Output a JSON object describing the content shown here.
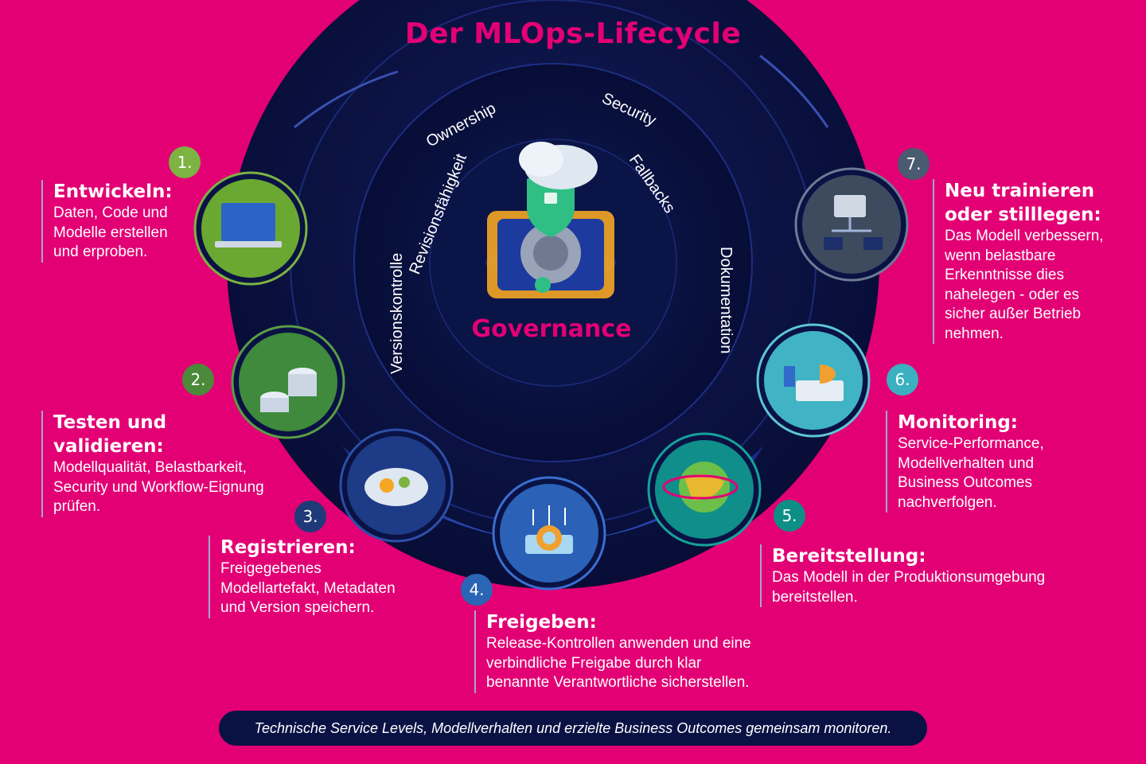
{
  "title": "Der MLOps-Lifecycle",
  "center": {
    "label": "Governance",
    "icon": "governance-shield-cloud-icon",
    "arc_terms": [
      "Versionskontrolle",
      "Revisionsfähigkeit",
      "Ownership",
      "Security",
      "Fallbacks",
      "Dokumentation"
    ]
  },
  "steps": [
    {
      "number": "1.",
      "heading": "Entwickeln:",
      "lines": [
        "Daten, Code und",
        "Modelle erstellen",
        "und erproben."
      ],
      "badge_color": "#7cb342",
      "icon": "laptop-development-icon",
      "icon_bg": "#6aa832"
    },
    {
      "number": "2.",
      "heading_lines": [
        "Testen und",
        "validieren:"
      ],
      "lines": [
        "Modellqualität, Belastbarkeit,",
        "Security und Workflow-Eignung",
        "prüfen."
      ],
      "badge_color": "#4b8a3a",
      "icon": "database-test-icon",
      "icon_bg": "#3f8a3c"
    },
    {
      "number": "3.",
      "heading": "Registrieren:",
      "lines": [
        "Freigegebenes",
        "Modellartefakt, Metadaten",
        "und Version speichern."
      ],
      "badge_color": "#1f3a78",
      "icon": "cloud-gears-icon",
      "icon_bg": "#1d3b86"
    },
    {
      "number": "4.",
      "heading": "Freigeben:",
      "lines": [
        "Release-Kontrollen anwenden und eine",
        "verbindliche Freigabe durch klar",
        "benannte Verantwortliche sicherstellen."
      ],
      "badge_color": "#2a66b5",
      "icon": "release-chart-icon",
      "icon_bg": "#2b62b8"
    },
    {
      "number": "5.",
      "heading": "Bereitstellung:",
      "lines": [
        "Das Modell in der Produktionsumgebung",
        "bereitstellen."
      ],
      "badge_color": "#0e8f85",
      "icon": "globe-orbit-icon",
      "icon_bg": "#0f8e8a"
    },
    {
      "number": "6.",
      "heading": "Monitoring:",
      "lines": [
        "Service-Performance,",
        "Modellverhalten und",
        "Business Outcomes",
        "nachverfolgen."
      ],
      "badge_color": "#3ab0c0",
      "icon": "monitoring-chart-icon",
      "icon_bg": "#40b4c4"
    },
    {
      "number": "7.",
      "heading_lines": [
        "Neu trainieren",
        "oder stilllegen:"
      ],
      "lines": [
        "Das Modell verbessern,",
        "wenn belastbare",
        "Erkenntnisse dies",
        "nahelegen - oder es",
        "sicher außer Betrieb",
        "nehmen."
      ],
      "badge_color": "#4a5a70",
      "icon": "network-folder-icon",
      "icon_bg": "#3e4a5e"
    }
  ],
  "footer": "Technische Service Levels, Modellverhalten und erzielte Business Outcomes gemeinsam monitoren.",
  "colors": {
    "background": "#e20074",
    "circle_dark": "#0a1244",
    "accent": "#e20074"
  }
}
